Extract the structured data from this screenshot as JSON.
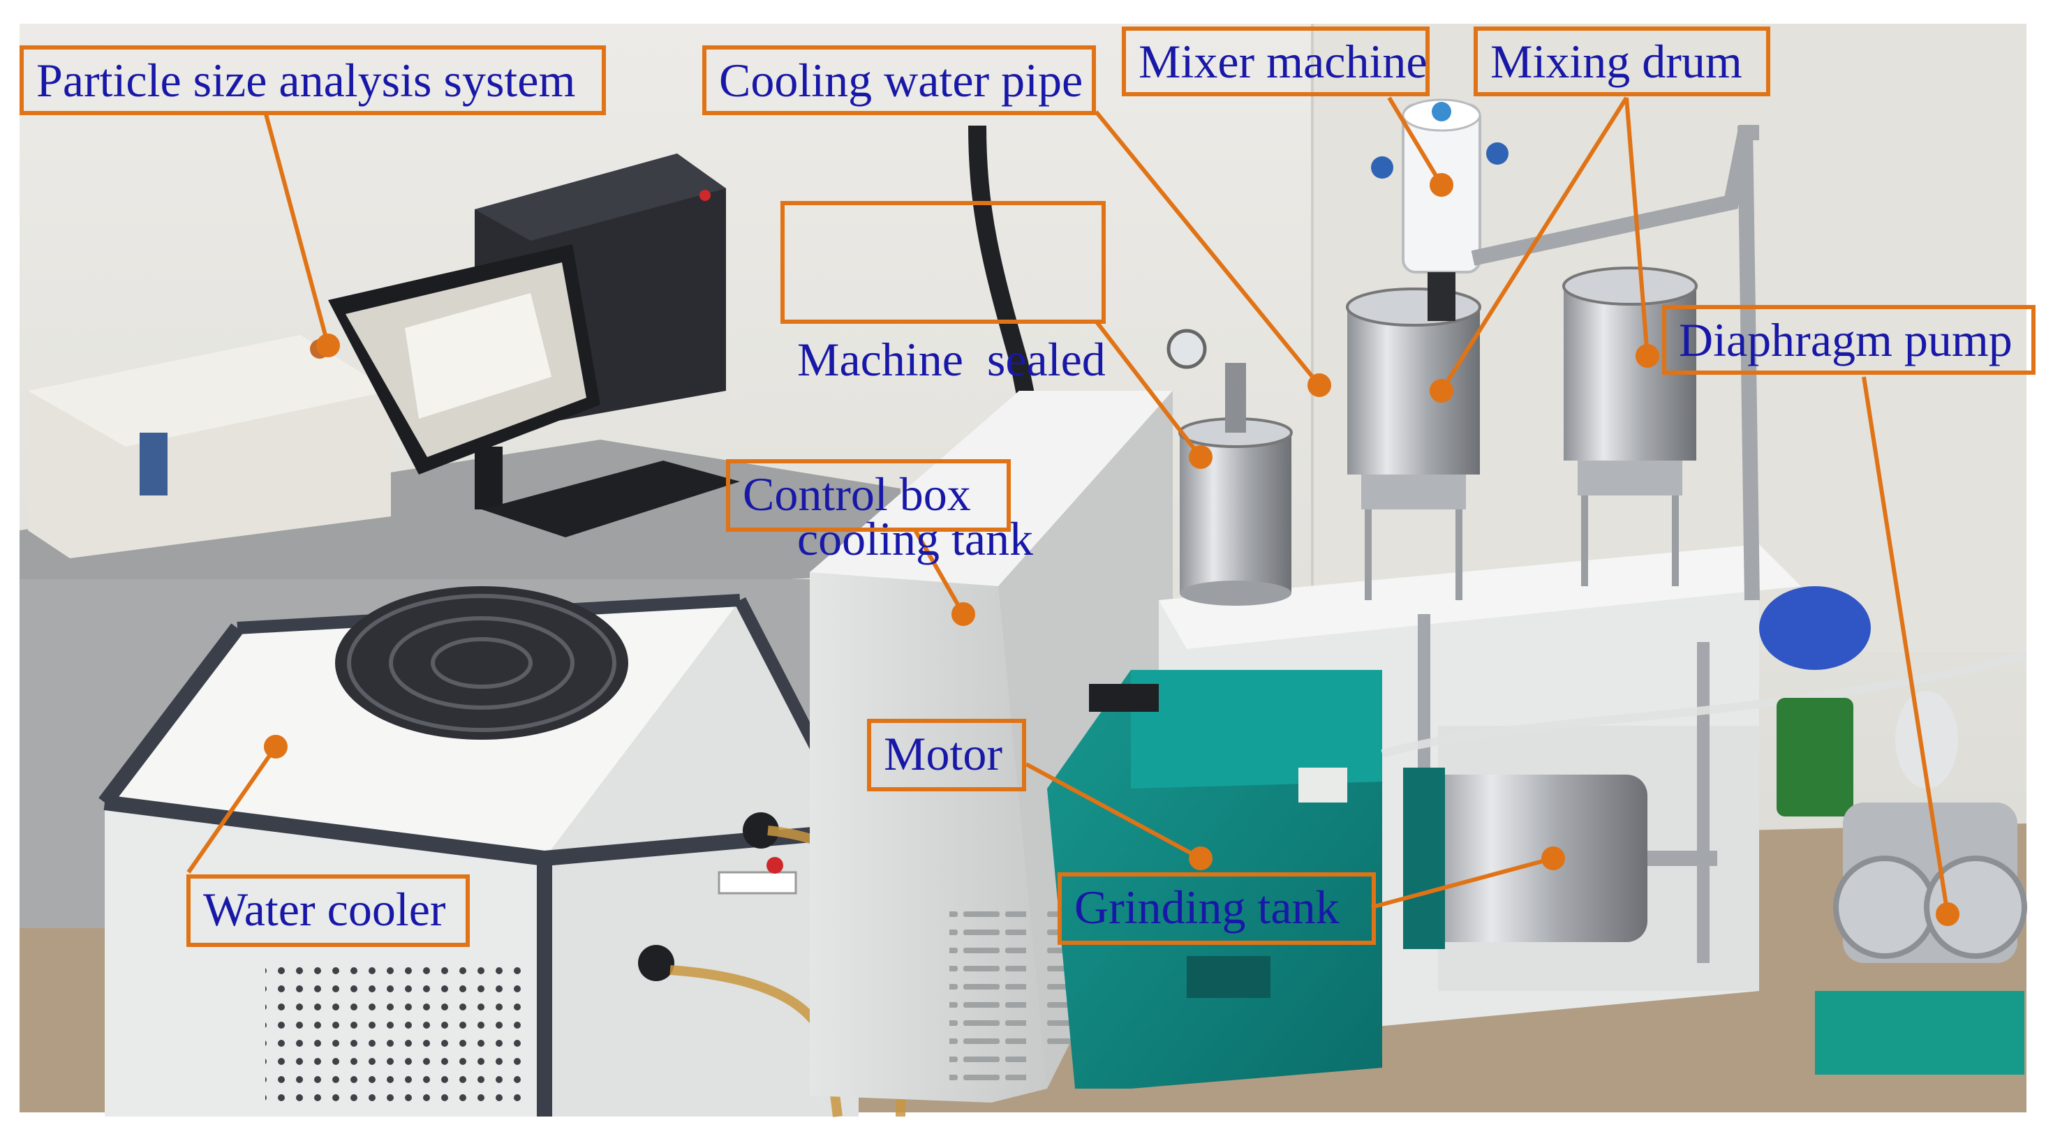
{
  "labels": {
    "particle_size": "Particle size analysis system",
    "cooling_pipe": "Cooling water pipe",
    "mixer_machine": "Mixer machine",
    "mixing_drum": "Mixing drum",
    "sealed_tank_line1": "Machine  sealed",
    "sealed_tank_line2": "cooling tank",
    "diaphragm_pump": "Diaphragm pump",
    "control_box": "Control box",
    "motor": "Motor",
    "grinding_tank": "Grinding tank",
    "water_cooler": "Water cooler"
  },
  "colors": {
    "callout_border": "#e07316",
    "callout_text": "#1818a8",
    "wall": "#e7e6e1",
    "floor": "#b8a68e",
    "teal_machine": "#10837f",
    "chiller_frame": "#3a3f4a"
  }
}
